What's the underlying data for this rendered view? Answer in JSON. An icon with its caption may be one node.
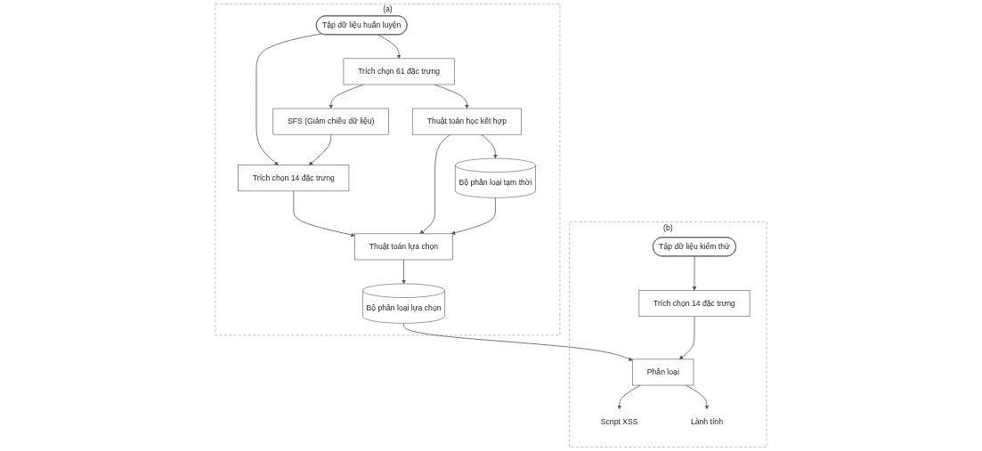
{
  "diagram": {
    "nodes": [
      {
        "text": [
          "(a)"
        ]
      },
      {
        "text": [
          "(b)"
        ]
      },
      {
        "text": [
          "Tập dữ liệu huấn luyện"
        ],
        "in": 0
      },
      {
        "text": [
          "Trích chọn 61 đặc trưng"
        ],
        "in": 0
      },
      {
        "text": [
          "SFS (Giảm chiều dữ liệu)"
        ],
        "in": 0
      },
      {
        "text": [
          "Trích chọn 14 đặc trưng"
        ],
        "in": 0
      },
      {
        "text": [
          "Thuật toán học kết hợp"
        ],
        "in": 0
      },
      {
        "text": [
          "Thuật toán lựa chọn"
        ],
        "in": 0
      },
      {
        "text": [
          "Bộ phân loại tạm thời"
        ],
        "in": 0
      },
      {
        "text": [
          "Bộ phân loại lựa chọn"
        ],
        "in": 0
      },
      {
        "text": [
          "Tập dữ liệu kiểm thử"
        ],
        "in": 1
      },
      {
        "text": [
          "Trích chọn 14 đặc trưng"
        ],
        "in": 1
      },
      {
        "text": [
          "Phân loại"
        ],
        "in": 1
      },
      {
        "text": [
          "Script XSS"
        ],
        "in": 1
      },
      {
        "text": [
          "Lành tính"
        ],
        "in": 1
      }
    ],
    "edges": [
      {
        "from": 2,
        "to": 3,
        "arrow": "to"
      },
      {
        "from": 2,
        "to": 5,
        "arrow": "to"
      },
      {
        "from": 3,
        "to": 4,
        "arrow": "to"
      },
      {
        "from": 4,
        "to": 5,
        "arrow": "to"
      },
      {
        "from": 3,
        "to": 6,
        "arrow": "to"
      },
      {
        "from": 5,
        "to": 7,
        "arrow": "to"
      },
      {
        "from": 6,
        "to": 8,
        "arrow": "to"
      },
      {
        "from": 6,
        "to": 7,
        "arrow": "to"
      },
      {
        "from": 8,
        "to": 7,
        "arrow": "to"
      },
      {
        "from": 7,
        "to": 9,
        "arrow": "to"
      },
      {
        "from": 9,
        "to": 12,
        "arrow": "to"
      },
      {
        "from": 10,
        "to": 11,
        "arrow": "to"
      },
      {
        "from": 11,
        "to": 12,
        "arrow": "to"
      },
      {
        "from": 12,
        "to": 13,
        "arrow": "to"
      },
      {
        "from": 12,
        "to": 14,
        "arrow": "to"
      }
    ]
  }
}
